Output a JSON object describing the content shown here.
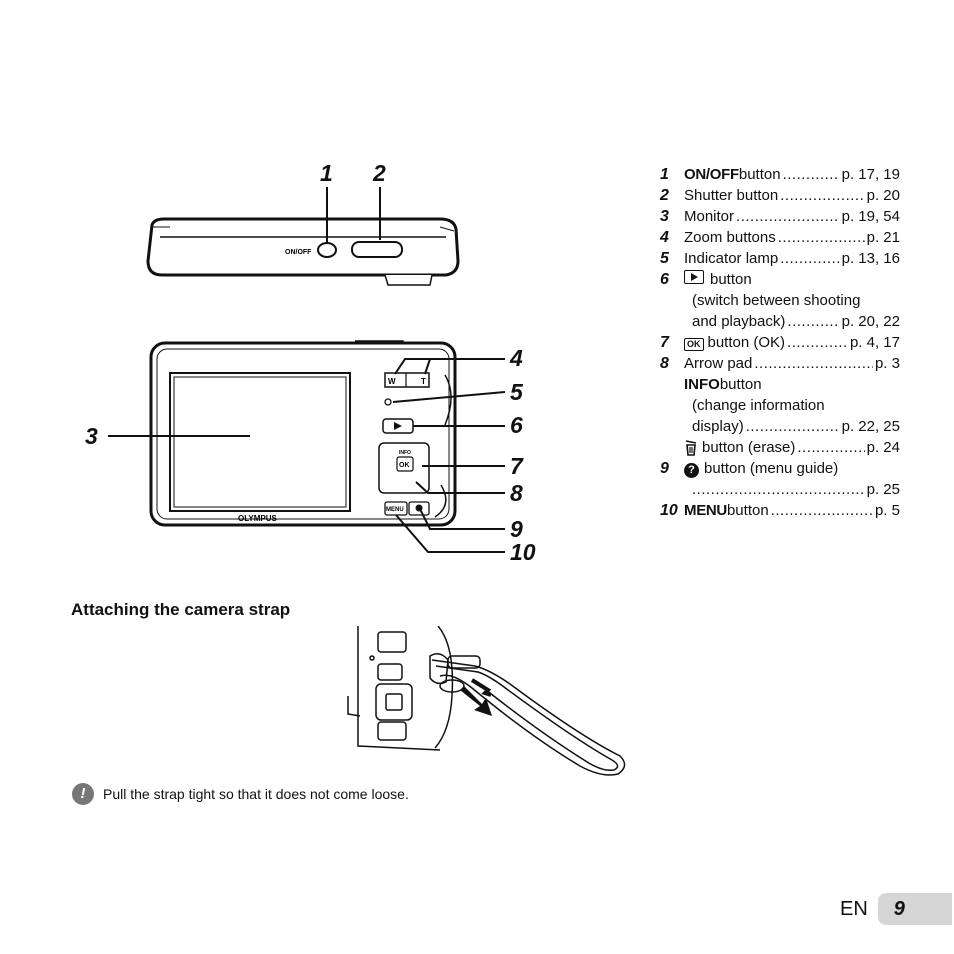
{
  "callouts": [
    "1",
    "2",
    "3",
    "4",
    "5",
    "6",
    "7",
    "8",
    "9",
    "10"
  ],
  "camera": {
    "onoff_label": "ON/OFF",
    "brand": "OLYMPUS",
    "zoom_w": "W",
    "zoom_t": "T",
    "info_label": "INFO",
    "ok_label": "OK",
    "menu_label": "MENU"
  },
  "parts": {
    "p1": {
      "num": "1",
      "name": "ON/OFF",
      "suffix": " button",
      "page": "p. 17, 19"
    },
    "p2": {
      "num": "2",
      "name": "Shutter button",
      "page": "p. 20"
    },
    "p3": {
      "num": "3",
      "name": "Monitor",
      "page": "p. 19, 54"
    },
    "p4": {
      "num": "4",
      "name": "Zoom buttons",
      "page": "p. 21"
    },
    "p5": {
      "num": "5",
      "name": "Indicator lamp",
      "page": "p. 13, 16"
    },
    "p6": {
      "num": "6",
      "name": " button",
      "line2": "(switch between shooting",
      "line3": "and playback)",
      "page": "p. 20, 22"
    },
    "p7": {
      "num": "7",
      "icon": "OK",
      "name": " button (OK)",
      "page": "p. 4, 17"
    },
    "p8": {
      "num": "8",
      "name": "Arrow pad",
      "page": "p. 3",
      "info_name": "INFO",
      "info_suffix": " button",
      "info_line2": "(change information",
      "info_line3": "display)",
      "info_page": "p. 22, 25",
      "erase_name": " button (erase)",
      "erase_page": "p. 24"
    },
    "p9": {
      "num": "9",
      "name": " button (menu guide)",
      "page": "p. 25"
    },
    "p10": {
      "num": "10",
      "name": "MENU",
      "suffix": " button",
      "page": "p. 5"
    }
  },
  "section_title": "Attaching the camera strap",
  "note": "Pull the strap tight so that it does not come loose.",
  "footer": {
    "lang": "EN",
    "page": "9"
  },
  "icons": [
    "play-icon",
    "ok-key-icon",
    "trash-icon",
    "help-icon",
    "caution-icon"
  ]
}
